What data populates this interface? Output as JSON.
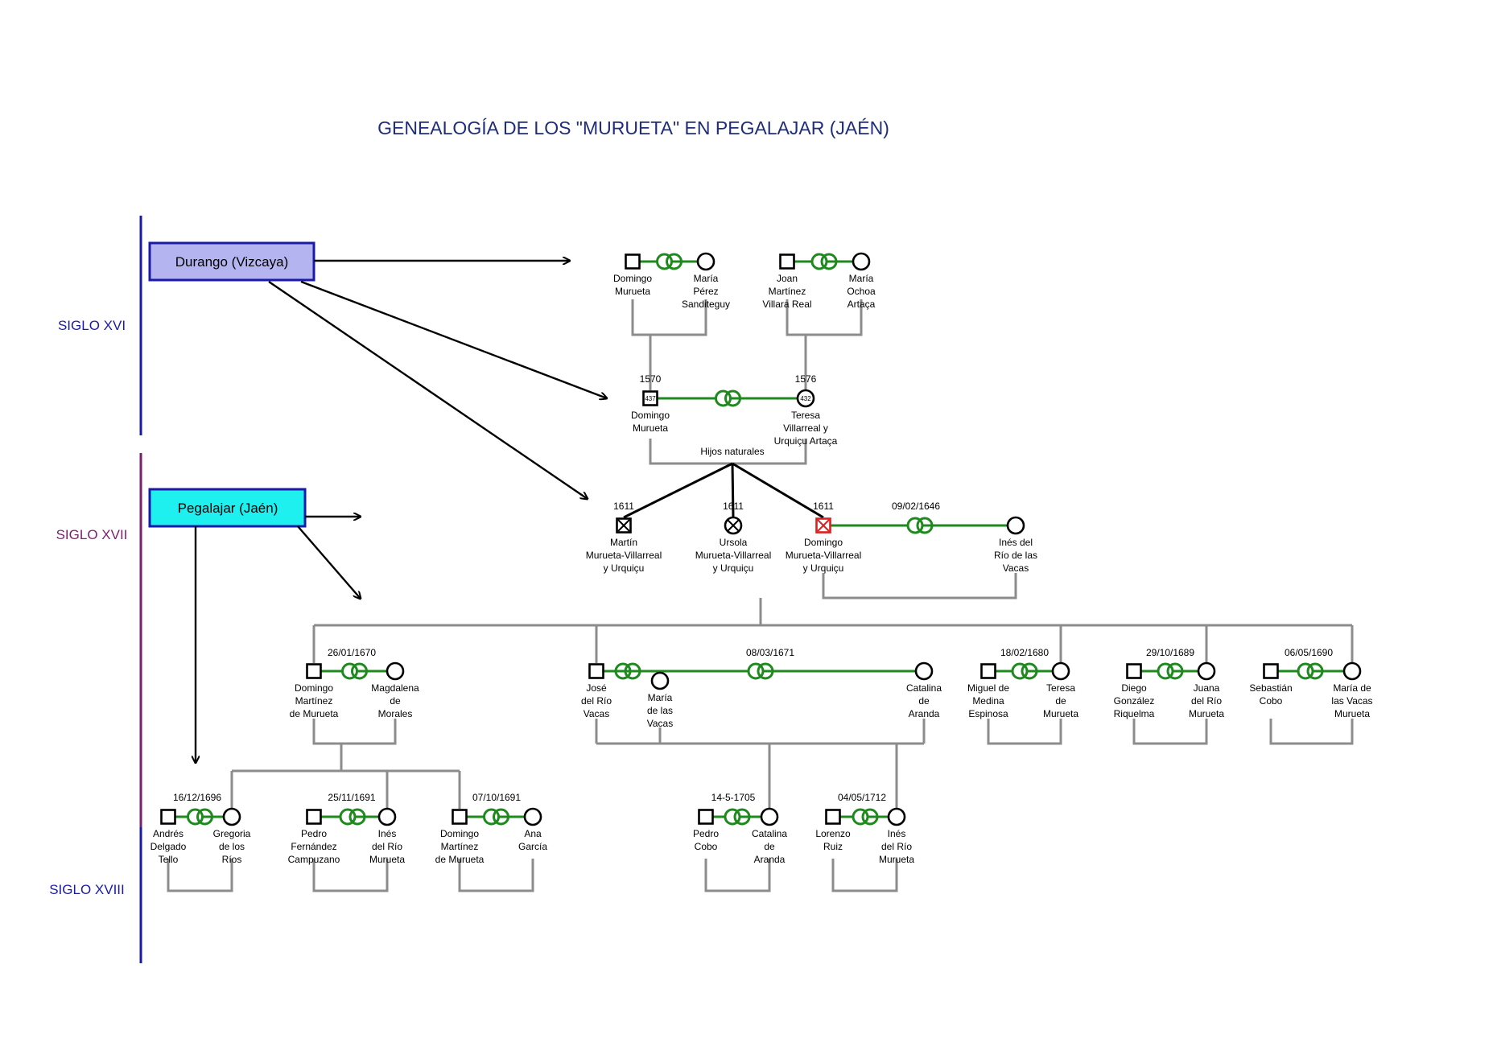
{
  "title": "GENEALOGÍA DE LOS \"MURUETA\" EN PEGALAJAR (JAÉN)",
  "colors": {
    "title": "#1f2d7a",
    "century_blue": "#1a1aa8",
    "century_purple": "#7a1f6e",
    "durango_fill": "#b4b4f0",
    "pegalajar_fill": "#1ef0f0",
    "box_border": "#1a1aa8",
    "marriage_line": "#1e8a1e",
    "descent_line": "#8c8c8c",
    "highlight": "#d82020"
  },
  "centuries": [
    {
      "label": "SIGLO XVI"
    },
    {
      "label": "SIGLO XVII"
    },
    {
      "label": "SIGLO XVIII"
    }
  ],
  "places": [
    {
      "label": "Durango (Vizcaya)"
    },
    {
      "label": "Pegalajar (Jaén)"
    }
  ],
  "relations": {
    "natural_children": "Hijos naturales"
  },
  "people": {
    "p1": {
      "name": [
        "Domingo",
        "Murueta"
      ]
    },
    "p2": {
      "name": [
        "María",
        "Pérez",
        "Sanditeguy"
      ]
    },
    "p3": {
      "name": [
        "Joan",
        "Martínez",
        "Villara Real"
      ]
    },
    "p4": {
      "name": [
        "María",
        "Ochoa",
        "Artaça"
      ]
    },
    "p5": {
      "name": [
        "Domingo",
        "Murueta"
      ],
      "year": "1570",
      "code": "437"
    },
    "p6": {
      "name": [
        "Teresa",
        "Villarreal y",
        "Urquiçu Artaça"
      ],
      "year": "1576",
      "code": "432"
    },
    "p7": {
      "name": [
        "Martín",
        "Murueta-Villarreal",
        "y Urquiçu"
      ],
      "year": "1611"
    },
    "p8": {
      "name": [
        "Ursola",
        "Murueta-Villarreal",
        "y Urquiçu"
      ],
      "year": "1611"
    },
    "p9": {
      "name": [
        "Domingo",
        "Murueta-Villarreal",
        "y Urquiçu"
      ],
      "year": "1611"
    },
    "p10": {
      "name": [
        "Inés del",
        "Río de las",
        "Vacas"
      ]
    },
    "p11": {
      "name": [
        "Domingo",
        "Martínez",
        "de Murueta"
      ]
    },
    "p12": {
      "name": [
        "Magdalena",
        "de",
        "Morales"
      ]
    },
    "p13": {
      "name": [
        "José",
        "del Río",
        "Vacas"
      ]
    },
    "p14": {
      "name": [
        "María",
        "de las",
        "Vacas"
      ]
    },
    "p15": {
      "name": [
        "Catalina",
        "de",
        "Aranda"
      ]
    },
    "p16": {
      "name": [
        "Miguel de",
        "Medina",
        "Espinosa"
      ]
    },
    "p17": {
      "name": [
        "Teresa",
        "de",
        "Murueta"
      ]
    },
    "p18": {
      "name": [
        "Diego",
        "González",
        "Riquelma"
      ]
    },
    "p19": {
      "name": [
        "Juana",
        "del Río",
        "Murueta"
      ]
    },
    "p20": {
      "name": [
        "Sebastián",
        "Cobo"
      ]
    },
    "p21": {
      "name": [
        "María de",
        "las Vacas",
        "Murueta"
      ]
    },
    "p22": {
      "name": [
        "Andrés",
        "Delgado",
        "Tello"
      ]
    },
    "p23": {
      "name": [
        "Gregoria",
        "de los",
        "Ríos"
      ]
    },
    "p24": {
      "name": [
        "Pedro",
        "Fernández",
        "Campuzano"
      ]
    },
    "p25": {
      "name": [
        "Inés",
        "del Río",
        "Murueta"
      ]
    },
    "p26": {
      "name": [
        "Domingo",
        "Martínez",
        "de Murueta"
      ]
    },
    "p27": {
      "name": [
        "Ana",
        "García"
      ]
    },
    "p28": {
      "name": [
        "Pedro",
        "Cobo"
      ]
    },
    "p29": {
      "name": [
        "Catalina",
        "de",
        "Aranda"
      ]
    },
    "p30": {
      "name": [
        "Lorenzo",
        "Ruiz"
      ]
    },
    "p31": {
      "name": [
        "Inés",
        "del Río",
        "Murueta"
      ]
    }
  },
  "marriages": [
    {
      "id": "m1"
    },
    {
      "id": "m2"
    },
    {
      "id": "m3"
    },
    {
      "id": "m4",
      "date": "09/02/1646"
    },
    {
      "id": "m5",
      "date": "26/01/1670"
    },
    {
      "id": "m6"
    },
    {
      "id": "m7",
      "date": "08/03/1671"
    },
    {
      "id": "m8",
      "date": "18/02/1680"
    },
    {
      "id": "m9",
      "date": "29/10/1689"
    },
    {
      "id": "m10",
      "date": "06/05/1690"
    },
    {
      "id": "m11",
      "date": "16/12/1696"
    },
    {
      "id": "m12",
      "date": "25/11/1691"
    },
    {
      "id": "m13",
      "date": "07/10/1691"
    },
    {
      "id": "m14",
      "date": "14-5-1705"
    },
    {
      "id": "m15",
      "date": "04/05/1712"
    }
  ]
}
